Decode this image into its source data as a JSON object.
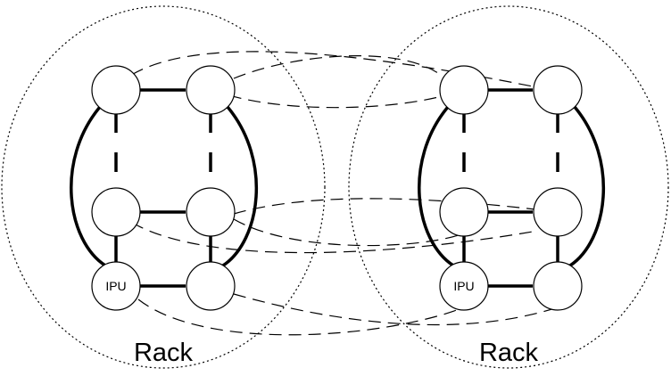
{
  "racks": [
    {
      "label": "Rack",
      "ipu_label": "IPU"
    },
    {
      "label": "Rack",
      "ipu_label": "IPU"
    }
  ],
  "colors": {
    "stroke": "#000000",
    "background": "#ffffff"
  }
}
